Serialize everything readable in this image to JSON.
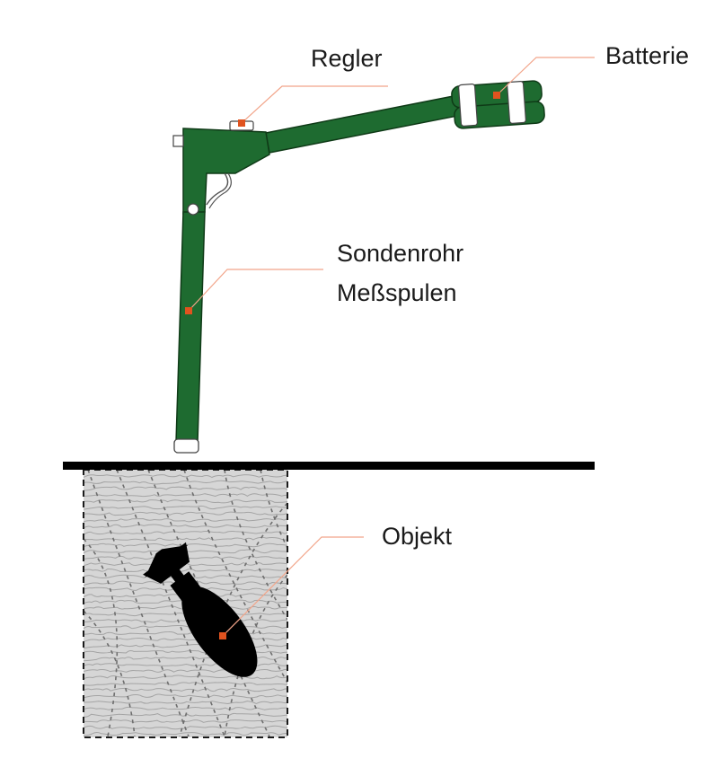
{
  "labels": {
    "regler": "Regler",
    "batterie": "Batterie",
    "sonde_line1": "Sondenrohr",
    "sonde_line2": "Meßspulen",
    "objekt": "Objekt"
  },
  "colors": {
    "device_green": "#1e6b30",
    "device_outline": "#0f3a17",
    "marker": "#e0531f",
    "leader": "#f2a58a",
    "ground": "#000000",
    "soil_fill": "#d6d6d6",
    "soil_texture": "#a4a4a4",
    "soil_dash": "#6e6e6e",
    "bomb": "#000000"
  }
}
